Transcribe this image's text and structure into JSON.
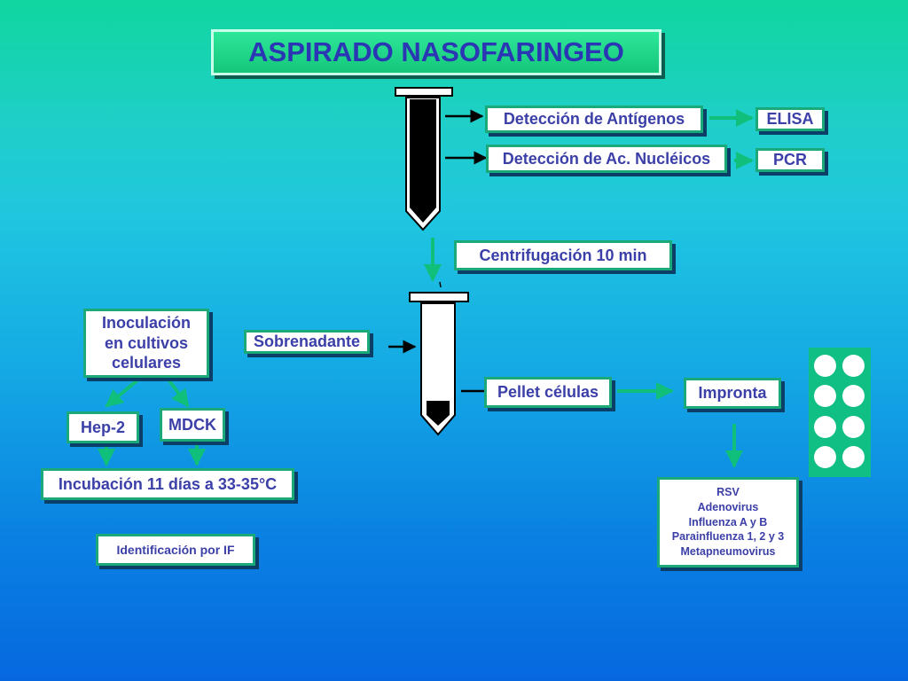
{
  "title": "ASPIRADO NASOFARINGEO",
  "nodes": {
    "antigenos": "Detección de Antígenos",
    "elisa": "ELISA",
    "ac_nucleicos": "Detección de Ac. Nucléicos",
    "pcr": "PCR",
    "centrifugacion": "Centrifugación 10 min",
    "sobrenadante": "Sobrenadante",
    "inoculacion": "Inoculación en cultivos celulares",
    "hep2": "Hep-2",
    "mdck": "MDCK",
    "incubacion": "Incubación 11 días a 33-35°C",
    "identificacion": "Identificación por IF",
    "pellet": "Pellet células",
    "impronta": "Impronta"
  },
  "virus_list": [
    "RSV",
    "Adenovirus",
    "Influenza A y B",
    "Parainfluenza 1, 2 y 3",
    "Metapneumovirus"
  ],
  "colors": {
    "box_border": "#1aa978",
    "box_text": "#3b3fa8",
    "arrow_green": "#10c07a",
    "arrow_black": "#000000"
  },
  "icons": {
    "tube_top": "test-tube-icon",
    "tube_bottom": "centrifuge-tube-icon",
    "well_plate": "well-plate-icon"
  }
}
